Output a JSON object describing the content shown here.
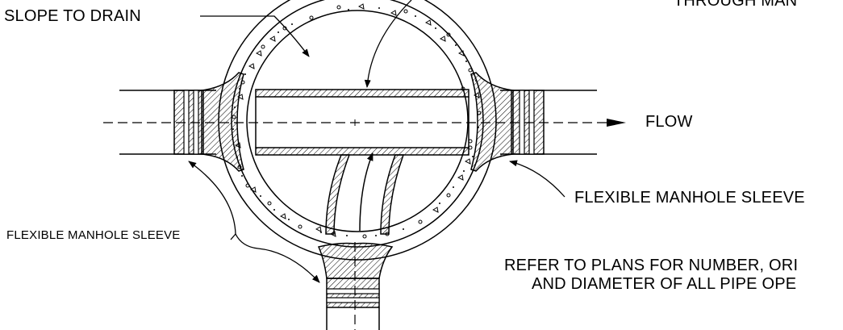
{
  "labels": {
    "top_right_partial": "THROUGH MAN",
    "slope": "SLOPE TO DRAIN",
    "flow": "FLOW",
    "sleeve_right": "FLEXIBLE MANHOLE SLEEVE",
    "sleeve_left": "FLEXIBLE MANHOLE SLEEVE",
    "refer_line1": "REFER TO PLANS FOR NUMBER, ORI",
    "refer_line2": "AND DIAMETER OF ALL PIPE OPE"
  },
  "colors": {
    "ink": "#000000",
    "paper": "#ffffff"
  }
}
